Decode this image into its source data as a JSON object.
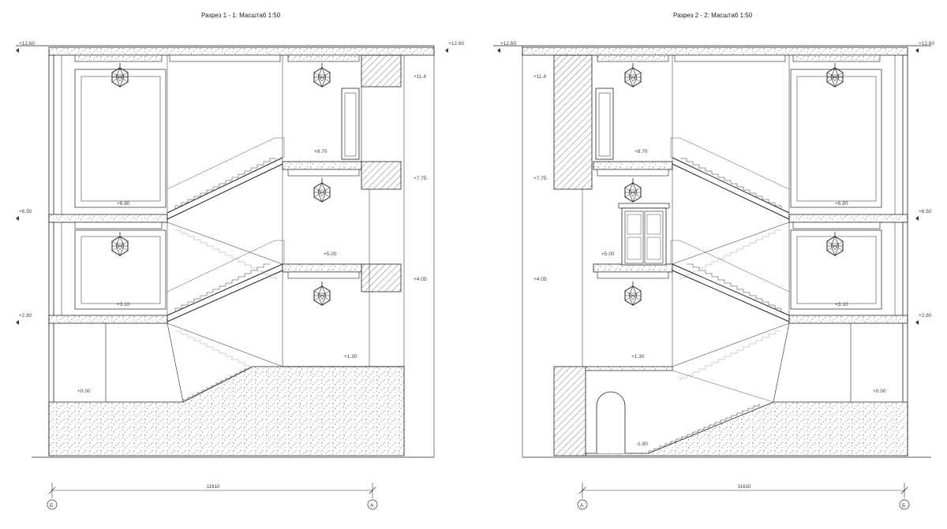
{
  "sections": [
    {
      "title": "Разрез 1 - 1: Масштаб 1:50",
      "outer_levels": [
        "+12.60",
        "+6.50",
        "+2.80"
      ],
      "inner_levels": [
        "+11.4",
        "+8.70",
        "+7.75",
        "+6.80",
        "+5.00",
        "+4.05",
        "+3.10",
        "+1.30",
        "+0.00"
      ],
      "dimension": "11610",
      "axis_left": "Б",
      "axis_right": "A"
    },
    {
      "title": "Разрез 2 - 2: Масштаб 1:50",
      "outer_levels": [
        "+12.60",
        "+6.50",
        "+2.80"
      ],
      "inner_levels": [
        "+11.4",
        "+8.70",
        "+7.75",
        "+6.80",
        "+5.00",
        "+4.05",
        "+3.10",
        "+1.30",
        "+0.00",
        "-1.80"
      ],
      "dimension": "11610",
      "axis_left": "A",
      "axis_right": "Б"
    }
  ],
  "colors": {
    "line": "#222222",
    "hatch": "#555555",
    "fill": "#ffffff"
  },
  "icons": [
    "chandelier-icon",
    "door-icon",
    "level-marker-icon",
    "axis-bubble-icon"
  ]
}
